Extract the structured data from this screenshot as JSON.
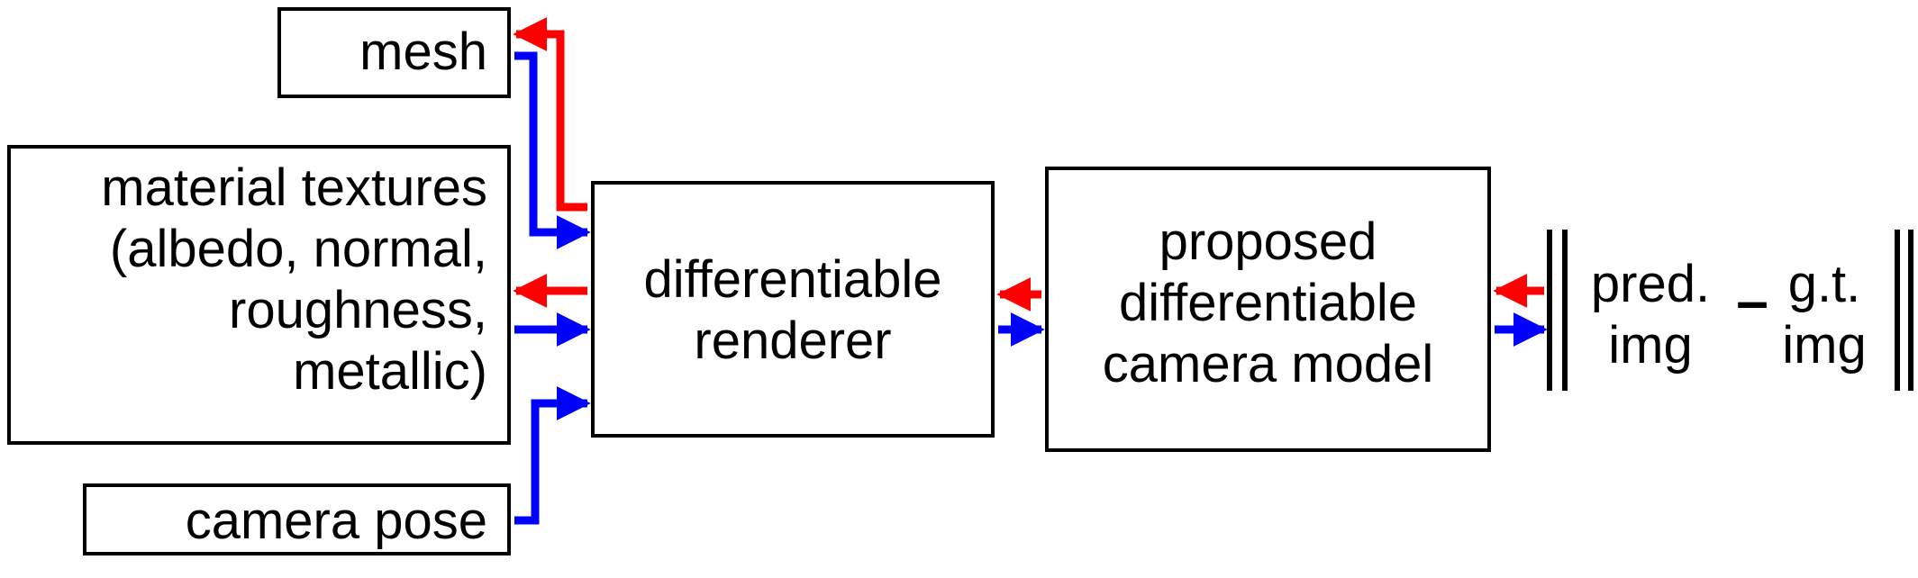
{
  "diagram": {
    "inputs": {
      "mesh": [
        "mesh"
      ],
      "material_textures": [
        "material textures",
        "(albedo, normal,",
        "roughness,",
        "metallic)"
      ],
      "camera_pose": [
        "camera pose"
      ]
    },
    "renderer": [
      "differentiable",
      "renderer"
    ],
    "camera_model": [
      "proposed",
      "differentiable",
      "camera model"
    ],
    "loss": {
      "pred": [
        "pred.",
        "img"
      ],
      "minus": "–",
      "gt": [
        "g.t.",
        "img"
      ]
    },
    "colors": {
      "forward_arrow": "#0000ff",
      "backward_arrow": "#ff0000",
      "box_border": "#000000",
      "text": "#000000",
      "background": "#ffffff"
    }
  }
}
